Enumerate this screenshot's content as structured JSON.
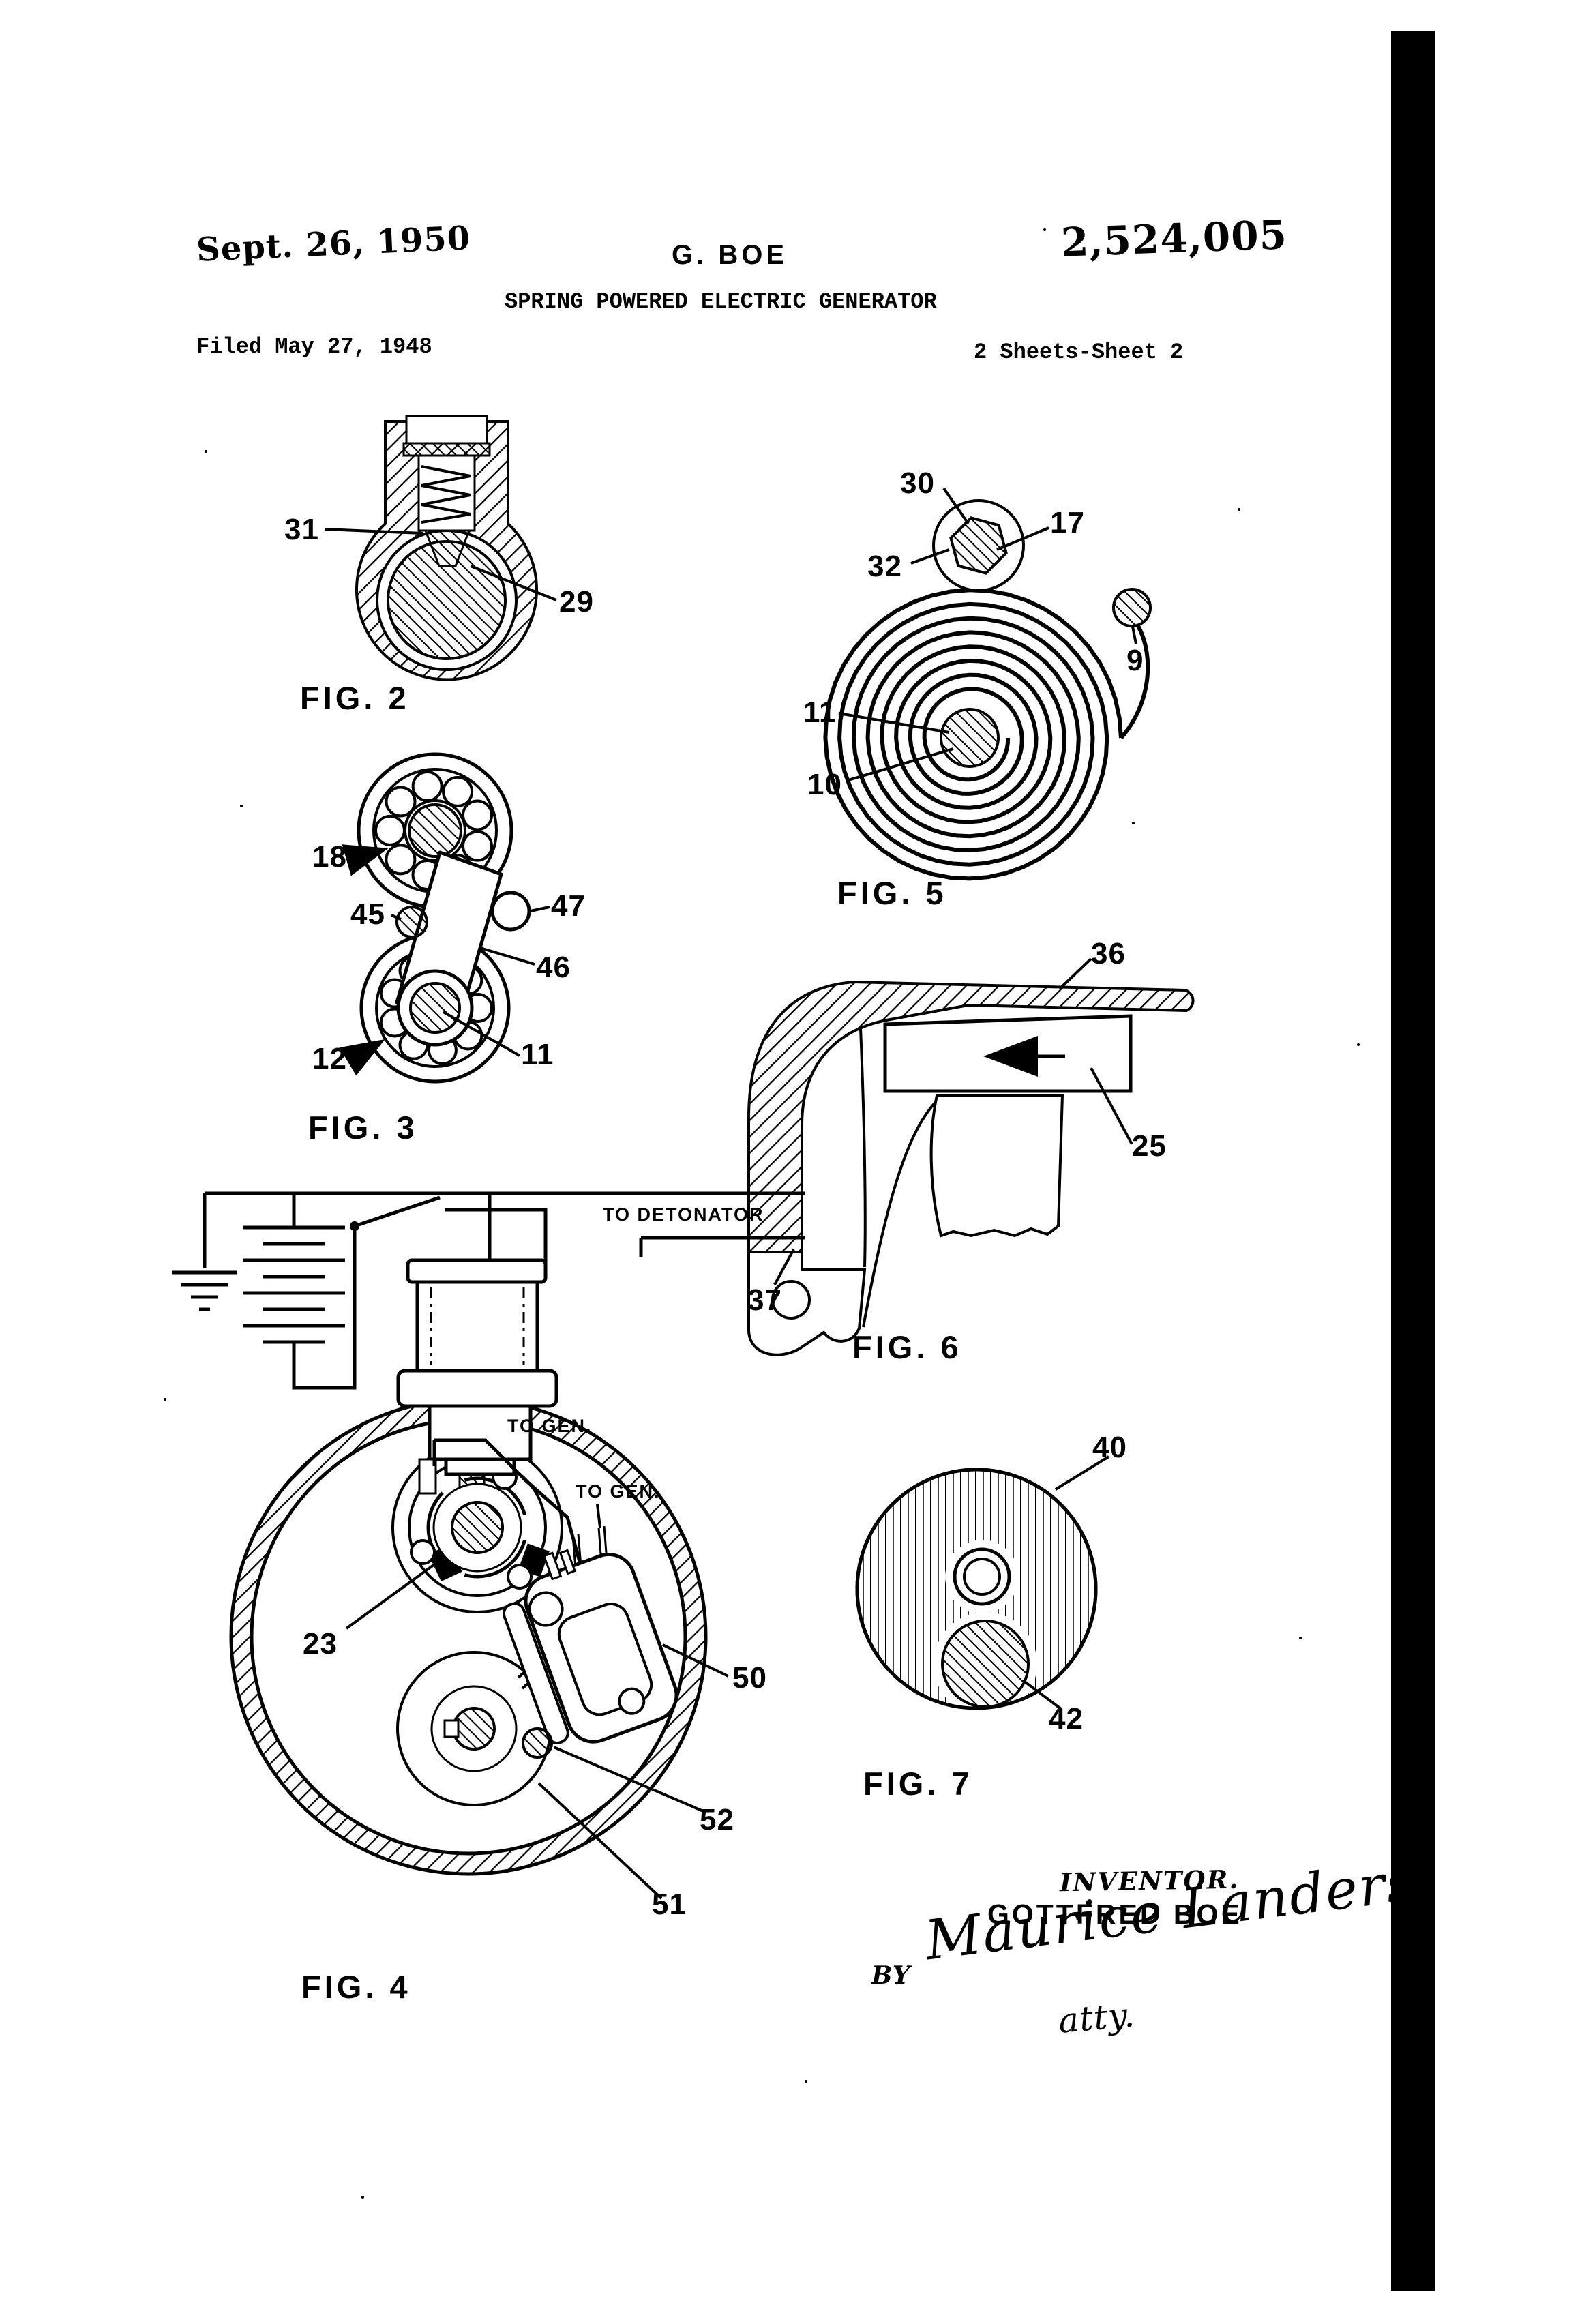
{
  "page": {
    "background": "#ffffff",
    "ink": "#000000"
  },
  "header": {
    "date": "Sept. 26, 1950",
    "applicant": "G. BOE",
    "patent_number": "2,524,005",
    "title": "SPRING POWERED ELECTRIC GENERATOR",
    "filed": "Filed May 27, 1948",
    "sheet_info": "2 Sheets-Sheet 2"
  },
  "fig2": {
    "caption": "FIG. 2",
    "ref_31": "31",
    "ref_29": "29"
  },
  "fig3": {
    "caption": "FIG. 3",
    "ref_18": "18",
    "ref_45": "45",
    "ref_47": "47",
    "ref_46": "46",
    "ref_12": "12",
    "ref_11": "11"
  },
  "fig5": {
    "caption": "FIG. 5",
    "ref_30": "30",
    "ref_17": "17",
    "ref_32": "32",
    "ref_9": "9",
    "ref_11": "11",
    "ref_10": "10"
  },
  "fig6": {
    "caption": "FIG. 6",
    "ref_36": "36",
    "ref_25": "25",
    "ref_37": "37"
  },
  "fig4": {
    "caption": "FIG. 4",
    "wire_label_detonator": "TO DETONATOR",
    "wire_label_gen_1": "TO GEN.",
    "wire_label_gen_2": "TO GEN.",
    "ref_23": "23",
    "ref_50": "50",
    "ref_52": "52",
    "ref_51": "51"
  },
  "fig7": {
    "caption": "FIG. 7",
    "ref_40": "40",
    "ref_42": "42"
  },
  "signature_block": {
    "inventor_label": "INVENTOR.",
    "inventor_name": "GOTTFRED BOE",
    "by_label": "BY",
    "attorney_signature": "Maurice Landers",
    "attorney_title": "atty."
  }
}
